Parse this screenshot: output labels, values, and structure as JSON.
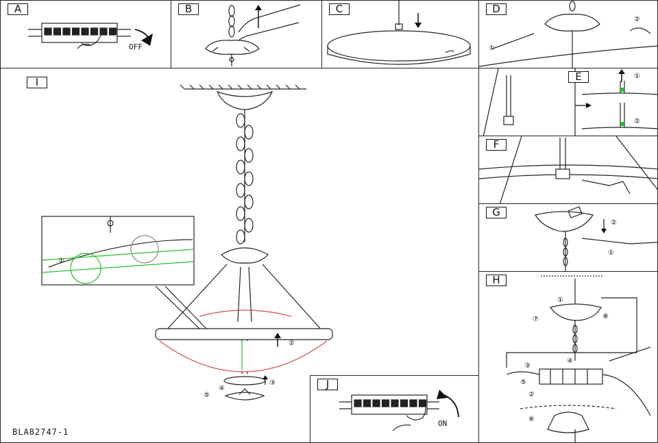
{
  "panels": {
    "A": {
      "label": "A",
      "text": "OFF"
    },
    "B": {
      "label": "B"
    },
    "C": {
      "label": "C"
    },
    "D": {
      "label": "D"
    },
    "E": {
      "label": "E"
    },
    "F": {
      "label": "F"
    },
    "G": {
      "label": "G"
    },
    "H": {
      "label": "H"
    },
    "I": {
      "label": "I"
    },
    "J": {
      "label": "J",
      "text": "ON"
    }
  },
  "markers": {
    "m1": "①",
    "m2": "②",
    "m3": "③",
    "m4": "④",
    "m5": "⑤",
    "m6": "⑥",
    "m7": "⑦",
    "m8": "⑧"
  },
  "model_code": "BLA82747-1",
  "colors": {
    "line": "#222222",
    "green_highlight": "#22c02a",
    "red_highlight": "#d84a4a"
  }
}
